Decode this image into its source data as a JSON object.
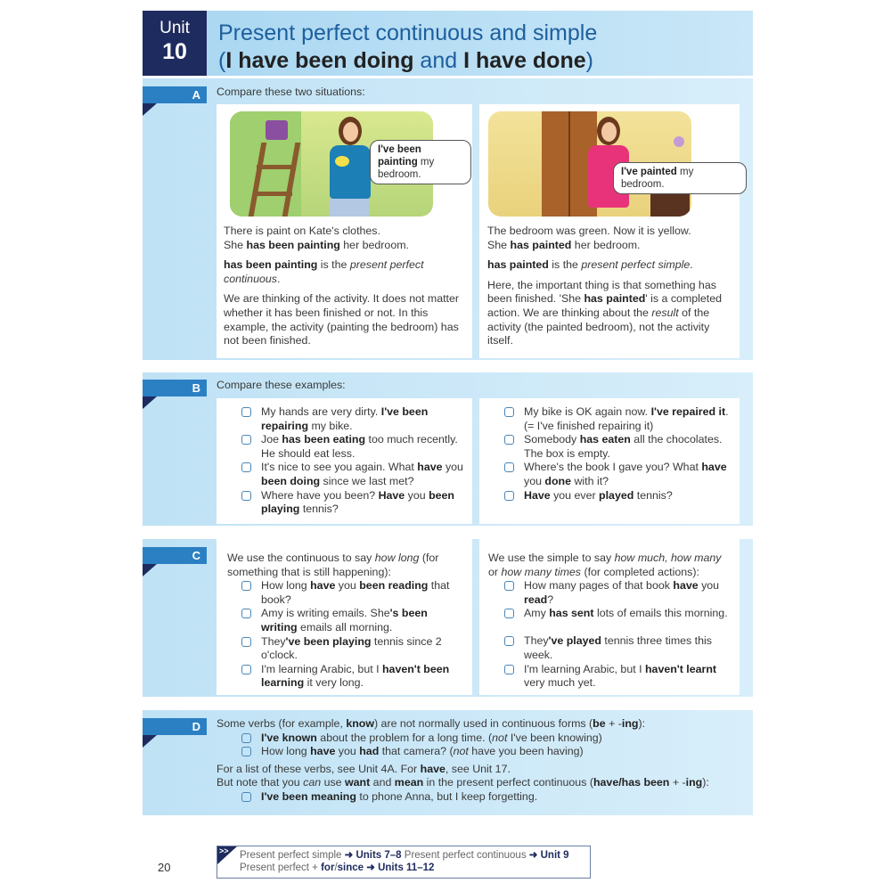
{
  "header": {
    "unit_label": "Unit",
    "unit_number": "10",
    "title_line1": "Present perfect continuous and simple",
    "title_line2": [
      {
        "t": "("
      },
      {
        "t": "I have been doing",
        "b": true
      },
      {
        "t": " and "
      },
      {
        "t": "I have done",
        "b": true
      },
      {
        "t": ")"
      }
    ]
  },
  "colors": {
    "navy": "#1e2b5e",
    "tab_blue": "#2b80c3",
    "title_blue": "#1d5f9e",
    "panel": "#cfe9f7"
  },
  "sectionA": {
    "letter": "A",
    "lead": "Compare these two situations:",
    "left": {
      "bubble": [
        {
          "t": "I've been painting",
          "b": true
        },
        {
          "t": " my bedroom."
        }
      ],
      "paras": [
        [
          {
            "t": "There is paint on Kate's clothes.\nShe "
          },
          {
            "t": "has been painting",
            "b": true
          },
          {
            "t": " her bedroom."
          }
        ],
        [
          {
            "t": "has been painting",
            "b": true
          },
          {
            "t": " is the "
          },
          {
            "t": "present perfect continuous",
            "i": true
          },
          {
            "t": "."
          }
        ],
        [
          {
            "t": "We are thinking of the activity.  It does not matter whether it has been finished or not.  In this example, the activity (painting the bedroom) has not been finished."
          }
        ]
      ]
    },
    "right": {
      "bubble": [
        {
          "t": "I've painted",
          "b": true
        },
        {
          "t": " my bedroom."
        }
      ],
      "paras": [
        [
          {
            "t": "The bedroom was green.  Now it is yellow.\nShe "
          },
          {
            "t": "has painted",
            "b": true
          },
          {
            "t": " her bedroom."
          }
        ],
        [
          {
            "t": "has painted",
            "b": true
          },
          {
            "t": " is the "
          },
          {
            "t": "present perfect simple",
            "i": true
          },
          {
            "t": "."
          }
        ],
        [
          {
            "t": "Here, the important thing is that something has been finished.  'She "
          },
          {
            "t": "has painted",
            "b": true
          },
          {
            "t": "' is a completed action.  We are thinking about the "
          },
          {
            "t": "result",
            "i": true
          },
          {
            "t": " of the activity (the painted bedroom), not the activity itself."
          }
        ]
      ]
    }
  },
  "sectionB": {
    "letter": "B",
    "lead": "Compare these examples:",
    "left": [
      [
        {
          "t": "My hands are very dirty.  "
        },
        {
          "t": "I've been repairing",
          "b": true
        },
        {
          "t": " my bike."
        }
      ],
      [
        {
          "t": "Joe "
        },
        {
          "t": "has been eating",
          "b": true
        },
        {
          "t": " too much recently. He should eat less."
        }
      ],
      [
        {
          "t": "It's nice to see you again.  What "
        },
        {
          "t": "have",
          "b": true
        },
        {
          "t": " you "
        },
        {
          "t": "been doing",
          "b": true
        },
        {
          "t": " since we last met?"
        }
      ],
      [
        {
          "t": "Where have you been?  "
        },
        {
          "t": "Have",
          "b": true
        },
        {
          "t": " you "
        },
        {
          "t": "been playing",
          "b": true
        },
        {
          "t": " tennis?"
        }
      ]
    ],
    "right": [
      [
        {
          "t": "My bike is OK again now.  "
        },
        {
          "t": "I've repaired it",
          "b": true
        },
        {
          "t": ".  (= I've finished repairing it)"
        }
      ],
      [
        {
          "t": "Somebody "
        },
        {
          "t": "has eaten",
          "b": true
        },
        {
          "t": " all the chocolates. The box is empty."
        }
      ],
      [
        {
          "t": "Where's the book I gave you?  What "
        },
        {
          "t": "have",
          "b": true
        },
        {
          "t": " you "
        },
        {
          "t": "done",
          "b": true
        },
        {
          "t": " with it?"
        }
      ],
      [
        {
          "t": "Have",
          "b": true
        },
        {
          "t": " you ever "
        },
        {
          "t": "played",
          "b": true
        },
        {
          "t": " tennis?"
        }
      ]
    ]
  },
  "sectionC": {
    "letter": "C",
    "left_intro": [
      {
        "t": "We use the continuous to say "
      },
      {
        "t": "how long",
        "i": true
      },
      {
        "t": " (for something that is still happening):"
      }
    ],
    "left": [
      [
        {
          "t": "How long "
        },
        {
          "t": "have",
          "b": true
        },
        {
          "t": " you "
        },
        {
          "t": "been reading",
          "b": true
        },
        {
          "t": " that book?"
        }
      ],
      [
        {
          "t": "Amy is writing emails.  She"
        },
        {
          "t": "'s been writing",
          "b": true
        },
        {
          "t": " emails all morning."
        }
      ],
      [
        {
          "t": "They"
        },
        {
          "t": "'ve been playing",
          "b": true
        },
        {
          "t": " tennis since 2 o'clock."
        }
      ],
      [
        {
          "t": "I'm learning Arabic, but I "
        },
        {
          "t": "haven't been learning",
          "b": true
        },
        {
          "t": " it very long."
        }
      ]
    ],
    "right_intro": [
      {
        "t": "We use the simple to say "
      },
      {
        "t": "how much, how many",
        "i": true
      },
      {
        "t": " or "
      },
      {
        "t": "how many times",
        "i": true
      },
      {
        "t": " (for completed actions):"
      }
    ],
    "right": [
      [
        {
          "t": "How many pages of that book "
        },
        {
          "t": "have",
          "b": true
        },
        {
          "t": " you "
        },
        {
          "t": "read",
          "b": true
        },
        {
          "t": "?"
        }
      ],
      [
        {
          "t": "Amy "
        },
        {
          "t": "has sent",
          "b": true
        },
        {
          "t": " lots of emails this morning."
        }
      ],
      [
        {
          "t": "They"
        },
        {
          "t": "'ve played",
          "b": true
        },
        {
          "t": " tennis three times this week."
        }
      ],
      [
        {
          "t": "I'm learning Arabic, but I "
        },
        {
          "t": "haven't learnt",
          "b": true
        },
        {
          "t": " very much yet."
        }
      ]
    ]
  },
  "sectionD": {
    "letter": "D",
    "intro": [
      {
        "t": "Some verbs (for example, "
      },
      {
        "t": "know",
        "b": true
      },
      {
        "t": ") are not normally used in continuous forms ("
      },
      {
        "t": "be",
        "b": true
      },
      {
        "t": " + -"
      },
      {
        "t": "ing",
        "b": true
      },
      {
        "t": "):"
      }
    ],
    "items1": [
      [
        {
          "t": "I've known",
          "b": true
        },
        {
          "t": " about the problem for a long time.  ("
        },
        {
          "t": "not",
          "i": true
        },
        {
          "t": " I've been knowing)"
        }
      ],
      [
        {
          "t": "How long "
        },
        {
          "t": "have",
          "b": true
        },
        {
          "t": " you "
        },
        {
          "t": "had",
          "b": true
        },
        {
          "t": " that camera?  ("
        },
        {
          "t": "not",
          "i": true
        },
        {
          "t": " have you been having)"
        }
      ]
    ],
    "note1": [
      {
        "t": "For a list of these verbs, see Unit 4A.  For "
      },
      {
        "t": "have",
        "b": true
      },
      {
        "t": ", see Unit 17."
      }
    ],
    "note2": [
      {
        "t": "But note that you "
      },
      {
        "t": "can",
        "i": true
      },
      {
        "t": " use "
      },
      {
        "t": "want",
        "b": true
      },
      {
        "t": " and "
      },
      {
        "t": "mean",
        "b": true
      },
      {
        "t": " in the present perfect continuous ("
      },
      {
        "t": "have/has been",
        "b": true
      },
      {
        "t": " + -"
      },
      {
        "t": "ing",
        "b": true
      },
      {
        "t": "):"
      }
    ],
    "items2": [
      [
        {
          "t": "I've been meaning",
          "b": true
        },
        {
          "t": " to phone Anna, but I keep forgetting."
        }
      ]
    ]
  },
  "footer": {
    "icon": ">>",
    "line1": [
      {
        "t": "Present perfect simple "
      },
      {
        "t": "➜ Units 7–8",
        "b": true
      },
      {
        "t": "     Present perfect continuous "
      },
      {
        "t": "➜ Unit 9",
        "b": true
      }
    ],
    "line2": [
      {
        "t": "Present perfect + "
      },
      {
        "t": "for",
        "b": true
      },
      {
        "t": "/"
      },
      {
        "t": "since",
        "b": true
      },
      {
        "t": " "
      },
      {
        "t": "➜ Units 11–12",
        "b": true
      }
    ]
  },
  "page_number": "20"
}
